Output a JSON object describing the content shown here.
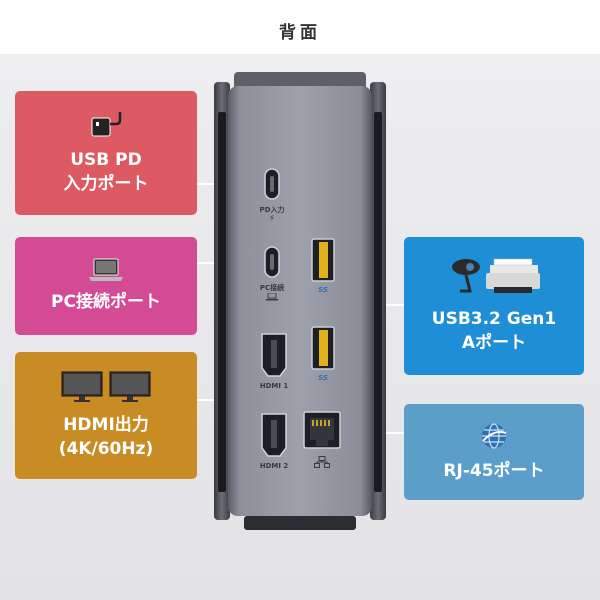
{
  "header": {
    "title": "背面"
  },
  "callouts": {
    "usb_pd": {
      "line1": "USB PD",
      "line2": "入力ポート",
      "icon": "power-adapter-icon",
      "color": "#dd5a62"
    },
    "pc": {
      "line1": "PC接続ポート",
      "icon": "laptop-icon",
      "color": "#d44a94"
    },
    "hdmi": {
      "line1": "HDMI出力",
      "line2": "(4K/60Hz)",
      "icon": "dual-monitor-icon",
      "color": "#c98c24"
    },
    "usb_a": {
      "line1": "USB3.2 Gen1",
      "line2": "Aポート",
      "icon": "webcam-printer-icon",
      "color": "#1e8fd6"
    },
    "rj45": {
      "line1": "RJ-45ポート",
      "icon": "network-globe-icon",
      "color": "#5b9ec9"
    }
  },
  "device": {
    "labels": {
      "pd_in": "PD入力",
      "pc_conn": "PC接続",
      "usb_a1": "SS",
      "usb_a2": "SS",
      "hdmi1": "HDMI 1",
      "hdmi2": "HDMI 2"
    }
  }
}
